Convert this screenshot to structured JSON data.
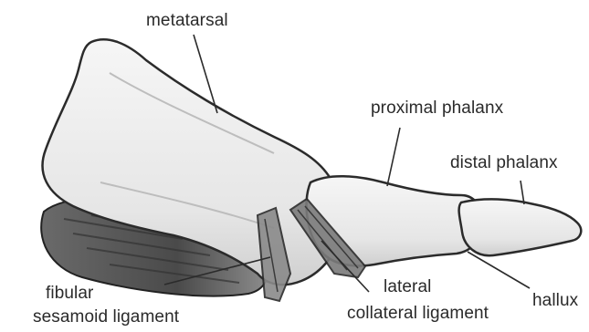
{
  "figure": {
    "labels": {
      "metatarsal": "metatarsal",
      "proximal_phalanx": "proximal phalanx",
      "distal_phalanx": "distal phalanx",
      "fibular_line1": "fibular",
      "fibular_line2": "sesamoid ligament",
      "lateral_line1": "lateral",
      "lateral_line2": "collateral ligament",
      "hallux": "hallux"
    },
    "colors": {
      "bone_fill": "#ececec",
      "bone_stroke": "#2b2b2b",
      "sesamoid_fill": "#555555",
      "ligament_fill": "#8a8a8a",
      "label_text": "#2a2a2a"
    }
  }
}
